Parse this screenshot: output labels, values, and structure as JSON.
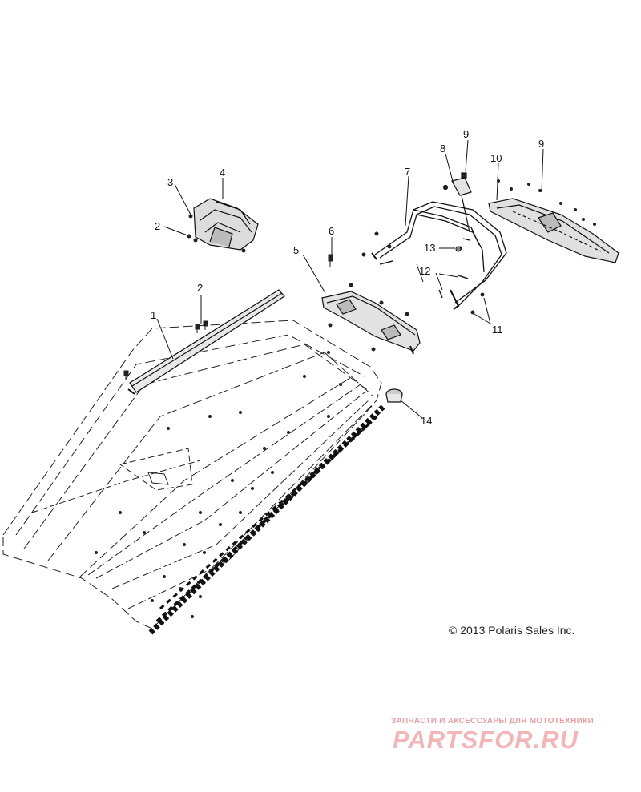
{
  "callouts": [
    {
      "id": "c1",
      "label": "1"
    },
    {
      "id": "c2a",
      "label": "2"
    },
    {
      "id": "c2b",
      "label": "2"
    },
    {
      "id": "c3",
      "label": "3"
    },
    {
      "id": "c4",
      "label": "4"
    },
    {
      "id": "c5",
      "label": "5"
    },
    {
      "id": "c6",
      "label": "6"
    },
    {
      "id": "c7",
      "label": "7"
    },
    {
      "id": "c8",
      "label": "8"
    },
    {
      "id": "c9a",
      "label": "9"
    },
    {
      "id": "c9b",
      "label": "9"
    },
    {
      "id": "c10",
      "label": "10"
    },
    {
      "id": "c11",
      "label": "11"
    },
    {
      "id": "c12",
      "label": "12"
    },
    {
      "id": "c13",
      "label": "13"
    },
    {
      "id": "c14",
      "label": "14"
    }
  ],
  "copyright": "© 2013 Polaris Sales Inc.",
  "watermark": {
    "tagline": "ЗАПЧАСТИ И АКСЕССУАРЫ ДЛЯ МОТОТЕХНИКИ",
    "logo": "PARTSFOR.RU"
  }
}
